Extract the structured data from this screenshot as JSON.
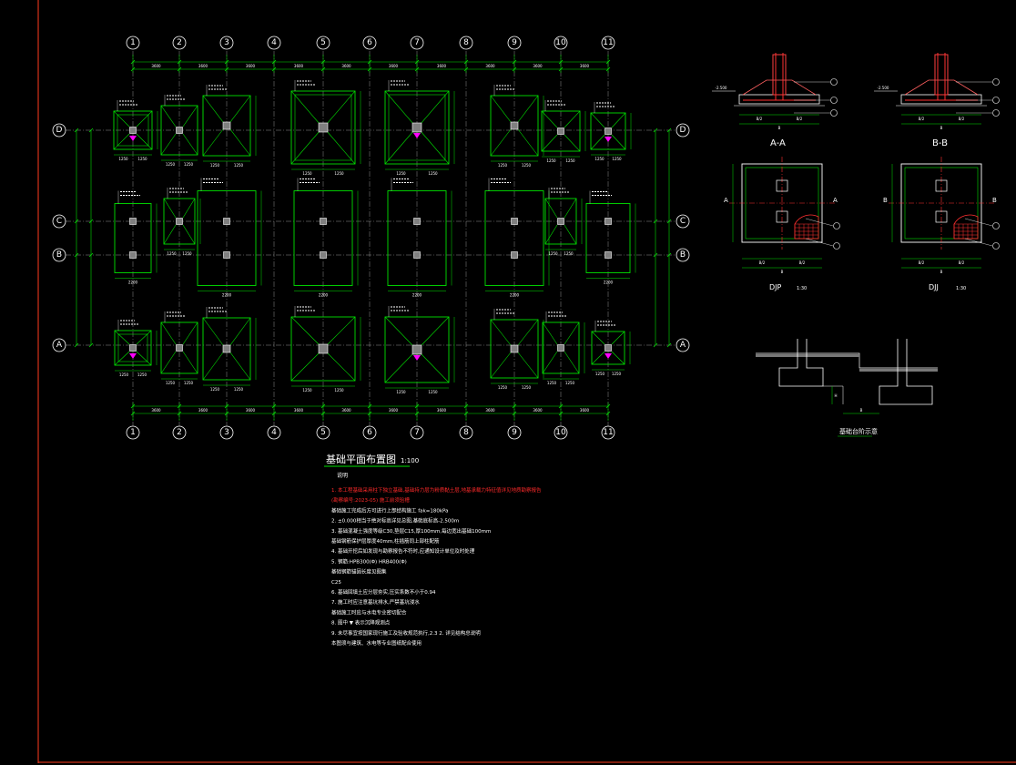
{
  "drawing": {
    "plan_title": "基础平面布置图",
    "plan_scale": "1:100",
    "grid_cols": [
      "1",
      "2",
      "3",
      "4",
      "5",
      "6",
      "7",
      "8",
      "9",
      "10",
      "11"
    ],
    "grid_rows": [
      "D",
      "C",
      "B",
      "A"
    ],
    "section_aa": "A-A",
    "section_bb": "B-B",
    "djp_label": "DJP",
    "djp_scale": "1:30",
    "dju_label": "DJJ",
    "dju_scale": "1:30",
    "step_detail_label": "基础台阶示意",
    "aa_marks": [
      "A",
      "A"
    ],
    "bb_marks": [
      "B",
      "B"
    ]
  },
  "notes": {
    "heading": "说明",
    "lines": [
      {
        "text": "1. 本工程基础采用柱下独立基础,基础持力层为粉质黏土层,地基承载力特征值详见地质勘察报告",
        "red": true
      },
      {
        "text": "   (勘察编号:2023-05) 施工前须验槽",
        "red": true
      },
      {
        "text": "   基础施工完成后方可进行上部结构施工 fak=180kPa",
        "red": false
      },
      {
        "text": "2. ±0.000相当于绝对标高详见总图,基础底标高-2.500m",
        "red": false
      },
      {
        "text": "3. 基础混凝土强度等级C30,垫层C15,厚100mm,每边宽出基础100mm",
        "red": false
      },
      {
        "text": "   基础钢筋保护层厚度40mm,柱插筋同上部柱配筋",
        "red": false
      },
      {
        "text": "4. 基础开挖后如发现与勘察报告不符时,应通知设计单位及时处理",
        "red": false
      },
      {
        "text": "5. 钢筋:HPB300(Φ) HRB400(Φ)",
        "red": false
      },
      {
        "text": "   基础钢筋锚固长度见图集",
        "red": false
      },
      {
        "text": "              C25",
        "red": false
      },
      {
        "text": "6. 基础回填土应分层夯实,压实系数不小于0.94",
        "red": false
      },
      {
        "text": "7. 施工时应注意基坑排水,严禁基坑浸水",
        "red": false
      },
      {
        "text": "   基础施工时应与水电专业密切配合",
        "red": false
      },
      {
        "text": "8. 图中  ▼  表示沉降观测点",
        "red": false
      },
      {
        "text": "9. 未尽事宜按国家现行施工及验收规范执行,2.3 2. 详见结构总说明",
        "red": false
      },
      {
        "text": "   本图须与建筑、水电等专业图纸配合使用",
        "red": false
      }
    ]
  },
  "colors": {
    "background": "#000000",
    "frame": "#ff3c1e",
    "lines": "#00e000",
    "axis": "#ff3030",
    "text": "#ffffff",
    "marker": "#ff00ff"
  }
}
